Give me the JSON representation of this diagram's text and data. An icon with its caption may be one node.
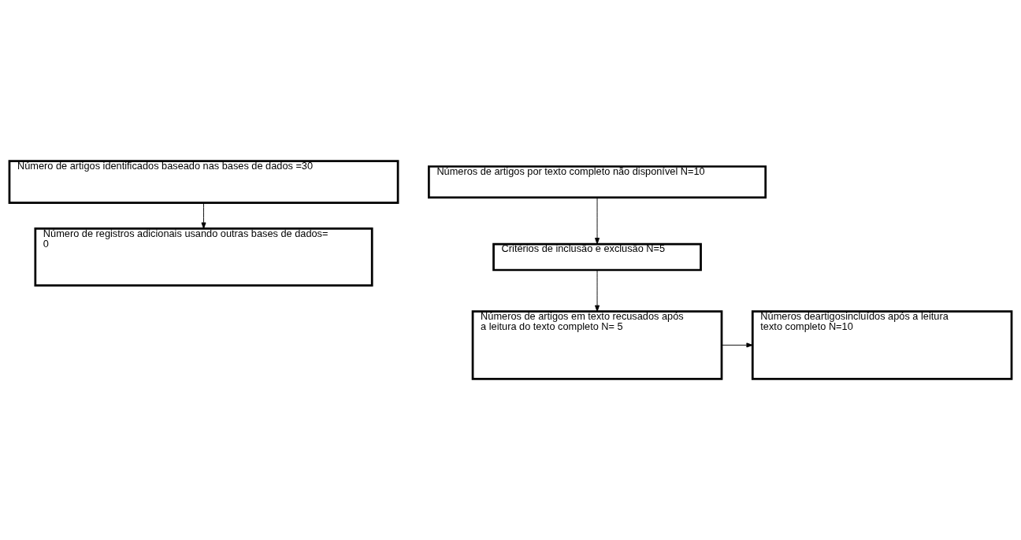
{
  "diagram": {
    "nodes": [
      {
        "text": [
          "Número de artigos identificados baseado nas bases de dados =30"
        ]
      },
      {
        "text": [
          "Número de registros adicionais usando outras bases de dados= 0"
        ]
      },
      {
        "text": [
          "Números de artigos por texto completo não disponível N=10"
        ]
      },
      {
        "text": [
          "Critérios de inclusão e exclusão N=5"
        ]
      },
      {
        "text": [
          "Números de artigos em texto recusados após a leitura do texto completo N= 5"
        ]
      },
      {
        "text": [
          "Números deartigosincluídos após a leitura texto completo N=10"
        ]
      }
    ],
    "edges": [
      {
        "from": 0,
        "to": 1,
        "arrow": "to"
      },
      {
        "from": 2,
        "to": 3,
        "arrow": "to"
      },
      {
        "from": 3,
        "to": 4,
        "arrow": "to"
      },
      {
        "from": 4,
        "to": 5,
        "arrow": "to"
      }
    ]
  }
}
